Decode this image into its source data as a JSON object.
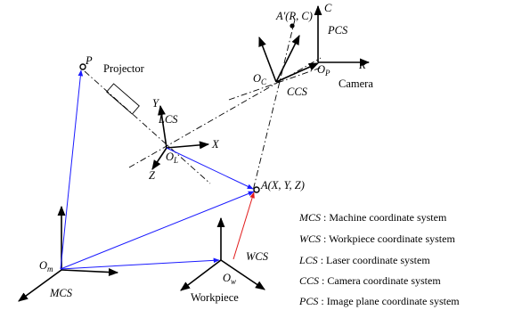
{
  "colors": {
    "black": "#000000",
    "blue": "#1a1aff",
    "red": "#e11b1b"
  },
  "labels": {
    "P": "P",
    "projector": "Projector",
    "A_prime": "A'(R, C)",
    "C_axis": "C",
    "PCS": "PCS",
    "R_axis": "R",
    "O_p": "O",
    "O_p_sub": "P",
    "O_c": "O",
    "O_c_sub": "C",
    "CCS": "CCS",
    "camera": "Camera",
    "Y_axis": "Y",
    "LCS": "LCS",
    "X_axis": "X",
    "Z_axis": "Z",
    "O_l": "O",
    "O_l_sub": "L",
    "A_point": "A(X, Y, Z)",
    "O_m": "O",
    "O_m_sub": "m",
    "MCS": "MCS",
    "WCS": "WCS",
    "O_w": "O",
    "O_w_sub": "w",
    "workpiece": "Workpiece"
  },
  "legend": [
    {
      "abbr": "MCS",
      "sep": " : ",
      "text": "Machine coordinate system"
    },
    {
      "abbr": "WCS",
      "sep": " : ",
      "text": "Workpiece coordinate system"
    },
    {
      "abbr": "LCS",
      "sep": " : ",
      "text": "Laser coordinate system"
    },
    {
      "abbr": "CCS",
      "sep": " : ",
      "text": "Camera coordinate system"
    },
    {
      "abbr": "PCS",
      "sep": " : ",
      "text": "Image plane coordinate system"
    }
  ]
}
